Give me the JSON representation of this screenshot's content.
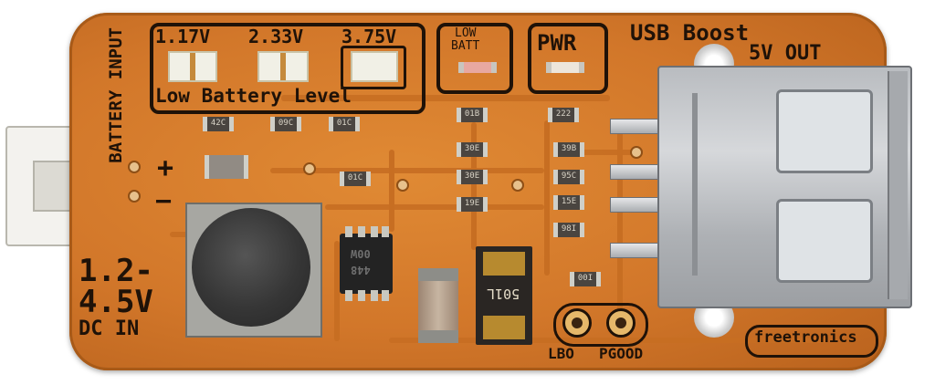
{
  "board": {
    "battery_input_label": "BATTERY INPUT",
    "plus_sign": "+",
    "minus_sign": "−",
    "voltage_range_line1": "1.2-",
    "voltage_range_line2": "4.5V",
    "dc_in_label": "DC IN",
    "thresholds": [
      "1.17V",
      "2.33V",
      "3.75V"
    ],
    "low_battery_level_label": "Low Battery Level",
    "low_batt_line1": "LOW",
    "low_batt_line2": "BATT",
    "pwr_label": "PWR",
    "usb_boost_line1": "USB Boost",
    "usb_boost_line2": "5V OUT",
    "lbo_label": "LBO",
    "pgood_label": "PGOOD",
    "brand_logo": "freetronics",
    "diode_marking": "501L",
    "ic_marking_line1": "00W",
    "ic_marking_line2": "448",
    "component_codes": {
      "r_top": [
        "42C",
        "09C",
        "01C"
      ],
      "r_mid": "01C",
      "led_resistors": [
        "01B",
        "222"
      ],
      "mid_column": [
        "30E",
        "30E",
        "19E"
      ],
      "right_column": [
        "39B",
        "95C",
        "15E",
        "98I"
      ],
      "bottom": "00I"
    }
  }
}
